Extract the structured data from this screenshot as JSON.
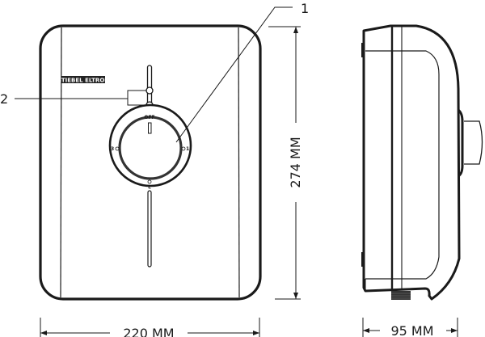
{
  "diagram": {
    "type": "technical-dimension-drawing",
    "front_view": {
      "brand_label": "STIEBEL ELTRON",
      "dial": {
        "top_label": "OFF",
        "right_label": "1",
        "bottom_label": "2",
        "left_label": "3"
      }
    },
    "callouts": [
      {
        "id": "1",
        "label": "1"
      },
      {
        "id": "2",
        "label": "2"
      }
    ],
    "dimensions": {
      "width": "220 MM",
      "height": "274  MM",
      "depth": "95 MM"
    },
    "colors": {
      "line": "#1a1a1a",
      "background": "#ffffff"
    }
  }
}
